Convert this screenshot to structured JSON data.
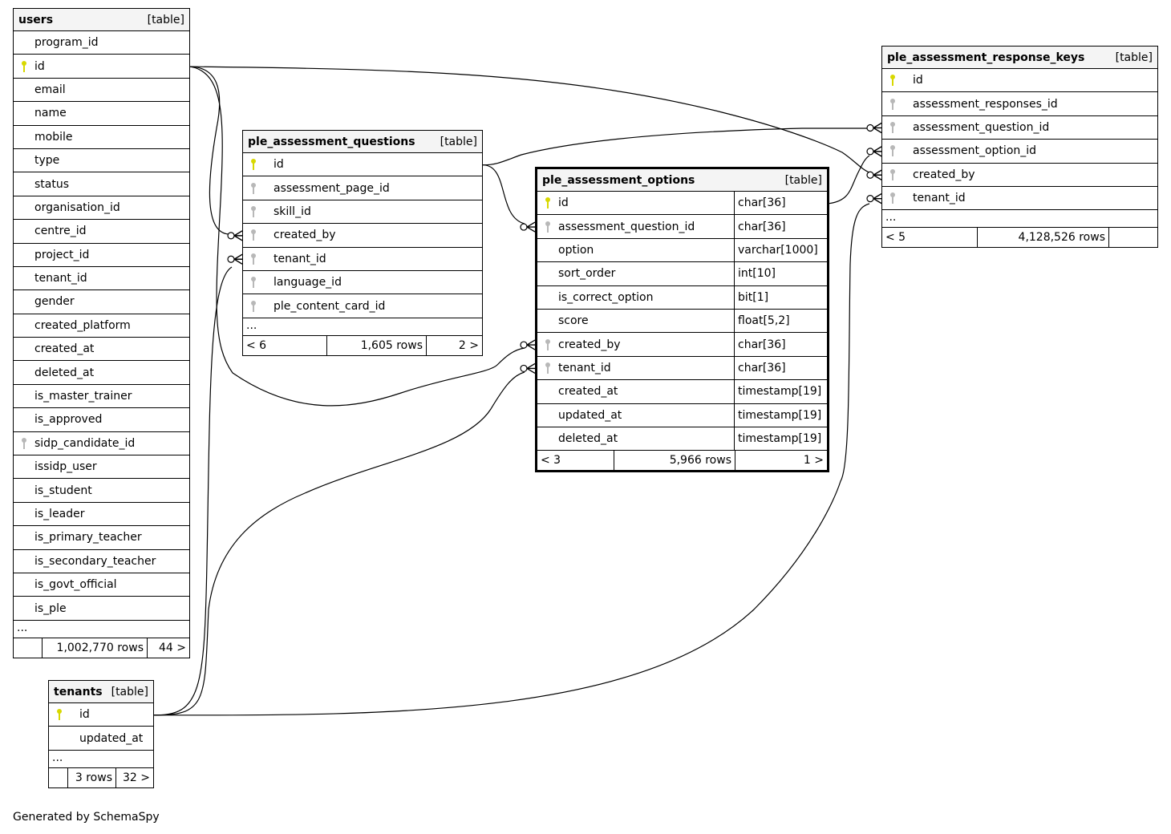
{
  "tables": {
    "users": {
      "name": "users",
      "kind": "[table]",
      "columns": [
        {
          "name": "program_id",
          "key": ""
        },
        {
          "name": "id",
          "key": "pk"
        },
        {
          "name": "email",
          "key": ""
        },
        {
          "name": "name",
          "key": ""
        },
        {
          "name": "mobile",
          "key": ""
        },
        {
          "name": "type",
          "key": ""
        },
        {
          "name": "status",
          "key": ""
        },
        {
          "name": "organisation_id",
          "key": ""
        },
        {
          "name": "centre_id",
          "key": ""
        },
        {
          "name": "project_id",
          "key": ""
        },
        {
          "name": "tenant_id",
          "key": ""
        },
        {
          "name": "gender",
          "key": ""
        },
        {
          "name": "created_platform",
          "key": ""
        },
        {
          "name": "created_at",
          "key": ""
        },
        {
          "name": "deleted_at",
          "key": ""
        },
        {
          "name": "is_master_trainer",
          "key": ""
        },
        {
          "name": "is_approved",
          "key": ""
        },
        {
          "name": "sidp_candidate_id",
          "key": "fk"
        },
        {
          "name": "issidp_user",
          "key": ""
        },
        {
          "name": "is_student",
          "key": ""
        },
        {
          "name": "is_leader",
          "key": ""
        },
        {
          "name": "is_primary_teacher",
          "key": ""
        },
        {
          "name": "is_secondary_teacher",
          "key": ""
        },
        {
          "name": "is_govt_official",
          "key": ""
        },
        {
          "name": "is_ple",
          "key": ""
        }
      ],
      "ellipsis": "...",
      "footer": {
        "parents": "",
        "rows": "1,002,770 rows",
        "children": "44 >"
      }
    },
    "questions": {
      "name": "ple_assessment_questions",
      "kind": "[table]",
      "columns": [
        {
          "name": "id",
          "key": "pk"
        },
        {
          "name": "assessment_page_id",
          "key": "fk"
        },
        {
          "name": "skill_id",
          "key": "fk"
        },
        {
          "name": "created_by",
          "key": "fk"
        },
        {
          "name": "tenant_id",
          "key": "fk"
        },
        {
          "name": "language_id",
          "key": "fk"
        },
        {
          "name": "ple_content_card_id",
          "key": "fk"
        }
      ],
      "ellipsis": "...",
      "footer": {
        "parents": "< 6",
        "rows": "1,605 rows",
        "children": "2 >"
      }
    },
    "options": {
      "name": "ple_assessment_options",
      "kind": "[table]",
      "columns": [
        {
          "name": "id",
          "key": "pk",
          "type": "char[36]"
        },
        {
          "name": "assessment_question_id",
          "key": "fk",
          "type": "char[36]"
        },
        {
          "name": "option",
          "key": "",
          "type": "varchar[1000]"
        },
        {
          "name": "sort_order",
          "key": "",
          "type": "int[10]"
        },
        {
          "name": "is_correct_option",
          "key": "",
          "type": "bit[1]"
        },
        {
          "name": "score",
          "key": "",
          "type": "float[5,2]"
        },
        {
          "name": "created_by",
          "key": "fk",
          "type": "char[36]"
        },
        {
          "name": "tenant_id",
          "key": "fk",
          "type": "char[36]"
        },
        {
          "name": "created_at",
          "key": "",
          "type": "timestamp[19]"
        },
        {
          "name": "updated_at",
          "key": "",
          "type": "timestamp[19]"
        },
        {
          "name": "deleted_at",
          "key": "",
          "type": "timestamp[19]"
        }
      ],
      "footer": {
        "parents": "< 3",
        "rows": "5,966 rows",
        "children": "1 >"
      }
    },
    "response_keys": {
      "name": "ple_assessment_response_keys",
      "kind": "[table]",
      "columns": [
        {
          "name": "id",
          "key": "pk"
        },
        {
          "name": "assessment_responses_id",
          "key": "fk"
        },
        {
          "name": "assessment_question_id",
          "key": "fk"
        },
        {
          "name": "assessment_option_id",
          "key": "fk"
        },
        {
          "name": "created_by",
          "key": "fk"
        },
        {
          "name": "tenant_id",
          "key": "fk"
        }
      ],
      "ellipsis": "...",
      "footer": {
        "parents": "< 5",
        "rows": "4,128,526 rows",
        "children": ""
      }
    },
    "tenants": {
      "name": "tenants",
      "kind": "[table]",
      "columns": [
        {
          "name": "id",
          "key": "pk"
        },
        {
          "name": "updated_at",
          "key": ""
        }
      ],
      "ellipsis": "...",
      "footer": {
        "parents": "",
        "rows": "3 rows",
        "children": "32 >"
      }
    }
  },
  "relationships": [
    {
      "from": "users.id",
      "to": "ple_assessment_questions.created_by"
    },
    {
      "from": "tenants.id",
      "to": "ple_assessment_questions.tenant_id"
    },
    {
      "from": "ple_assessment_questions.id",
      "to": "ple_assessment_options.assessment_question_id"
    },
    {
      "from": "users.id",
      "to": "ple_assessment_options.created_by"
    },
    {
      "from": "tenants.id",
      "to": "ple_assessment_options.tenant_id"
    },
    {
      "from": "ple_assessment_questions.id",
      "to": "ple_assessment_response_keys.assessment_question_id"
    },
    {
      "from": "ple_assessment_options.id",
      "to": "ple_assessment_response_keys.assessment_option_id"
    },
    {
      "from": "users.id",
      "to": "ple_assessment_response_keys.created_by"
    },
    {
      "from": "tenants.id",
      "to": "ple_assessment_response_keys.tenant_id"
    }
  ],
  "footer_text": "Generated by SchemaSpy"
}
